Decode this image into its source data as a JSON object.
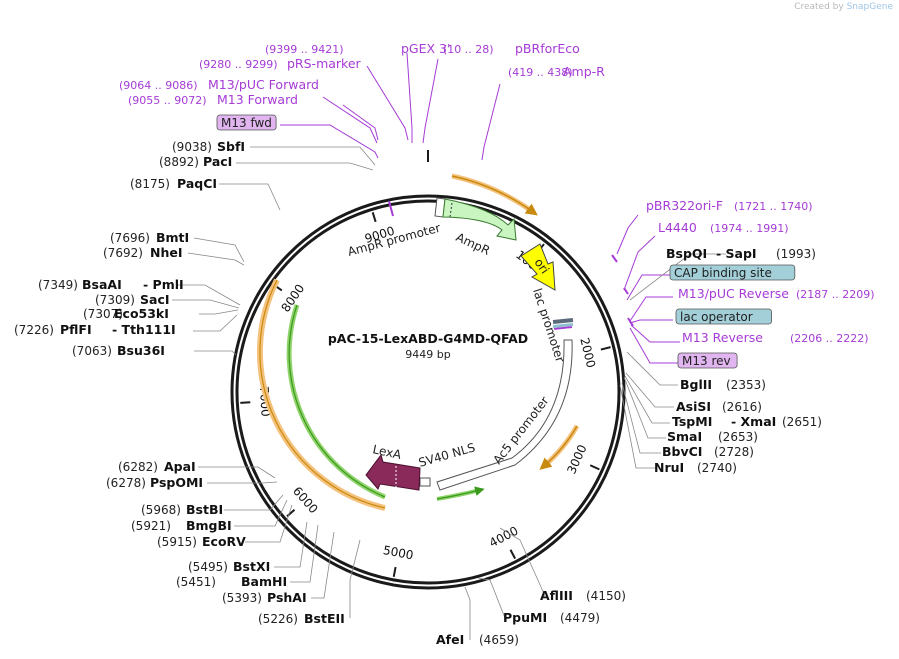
{
  "credit": {
    "prefix": "Created by",
    "brand": "SnapGene"
  },
  "plasmid": {
    "name": "pAC-15-LexABD-G4MD-QFAD",
    "length_label": "9449 bp"
  },
  "ticks": [
    "1000",
    "2000",
    "3000",
    "4000",
    "5000",
    "6000",
    "7000",
    "8000",
    "9000"
  ],
  "features": {
    "ampr_promoter": "AmpR promoter",
    "ampr": "AmpR",
    "ori": "ori",
    "lac_promoter": "lac promoter",
    "ac5_promoter": "Ac5 promoter",
    "sv40_nls": "SV40 NLS",
    "lexa": "LexA"
  },
  "primers": [
    {
      "name": "pGEX 3'",
      "pos": "(9399 .. 9421)"
    },
    {
      "name": "pBRforEco",
      "pos": "(10 .. 28)"
    },
    {
      "name": "pRS-marker",
      "pos": "(9280 .. 9299)"
    },
    {
      "name": "Amp-R",
      "pos": "(419 .. 438)"
    },
    {
      "name": "M13/pUC Forward",
      "pos": "(9064 .. 9086)"
    },
    {
      "name": "M13 Forward",
      "pos": "(9055 .. 9072)"
    },
    {
      "name": "M13 fwd",
      "pos": ""
    },
    {
      "name": "pBR322ori-F",
      "pos": "(1721 .. 1740)"
    },
    {
      "name": "L4440",
      "pos": "(1974 .. 1991)"
    },
    {
      "name": "CAP binding site",
      "pos": ""
    },
    {
      "name": "M13/pUC Reverse",
      "pos": "(2187 .. 2209)"
    },
    {
      "name": "lac operator",
      "pos": ""
    },
    {
      "name": "M13 Reverse",
      "pos": "(2206 .. 2222)"
    },
    {
      "name": "M13 rev",
      "pos": ""
    }
  ],
  "enzymes_left": [
    {
      "name": "SbfI",
      "pos": "(9038)"
    },
    {
      "name": "PacI",
      "pos": "(8892)"
    },
    {
      "name": "PaqCI",
      "pos": "(8175)"
    },
    {
      "name": "BmtI",
      "pos": "(7696)"
    },
    {
      "name": "NheI",
      "pos": "(7692)"
    },
    {
      "name": "BsaAI",
      "pos": "(7349)",
      "extra": "PmlI"
    },
    {
      "name": "SacI",
      "pos": "(7309)"
    },
    {
      "name": "Eco53kI",
      "pos": "(7307)"
    },
    {
      "name": "PflFI",
      "pos": "(7226)",
      "extra": "Tth111I"
    },
    {
      "name": "Bsu36I",
      "pos": "(7063)"
    },
    {
      "name": "ApaI",
      "pos": "(6282)"
    },
    {
      "name": "PspOMI",
      "pos": "(6278)"
    },
    {
      "name": "BstBI",
      "pos": "(5968)"
    },
    {
      "name": "BmgBI",
      "pos": "(5921)"
    },
    {
      "name": "EcoRV",
      "pos": "(5915)"
    },
    {
      "name": "BstXI",
      "pos": "(5495)"
    },
    {
      "name": "BamHI",
      "pos": "(5451)"
    },
    {
      "name": "PshAI",
      "pos": "(5393)"
    },
    {
      "name": "BstEII",
      "pos": "(5226)"
    }
  ],
  "enzymes_right": [
    {
      "name": "BspQI",
      "pos": "(1993)",
      "extra": "SapI"
    },
    {
      "name": "BglII",
      "pos": "(2353)"
    },
    {
      "name": "AsiSI",
      "pos": "(2616)"
    },
    {
      "name": "TspMI",
      "pos": "(2651)",
      "extra": "XmaI"
    },
    {
      "name": "SmaI",
      "pos": "(2653)"
    },
    {
      "name": "BbvCI",
      "pos": "(2728)"
    },
    {
      "name": "NruI",
      "pos": "(2740)"
    }
  ],
  "enzymes_bottom": [
    {
      "name": "AflIII",
      "pos": "(4150)"
    },
    {
      "name": "PpuMI",
      "pos": "(4479)"
    },
    {
      "name": "AfeI",
      "pos": "(4659)"
    }
  ]
}
